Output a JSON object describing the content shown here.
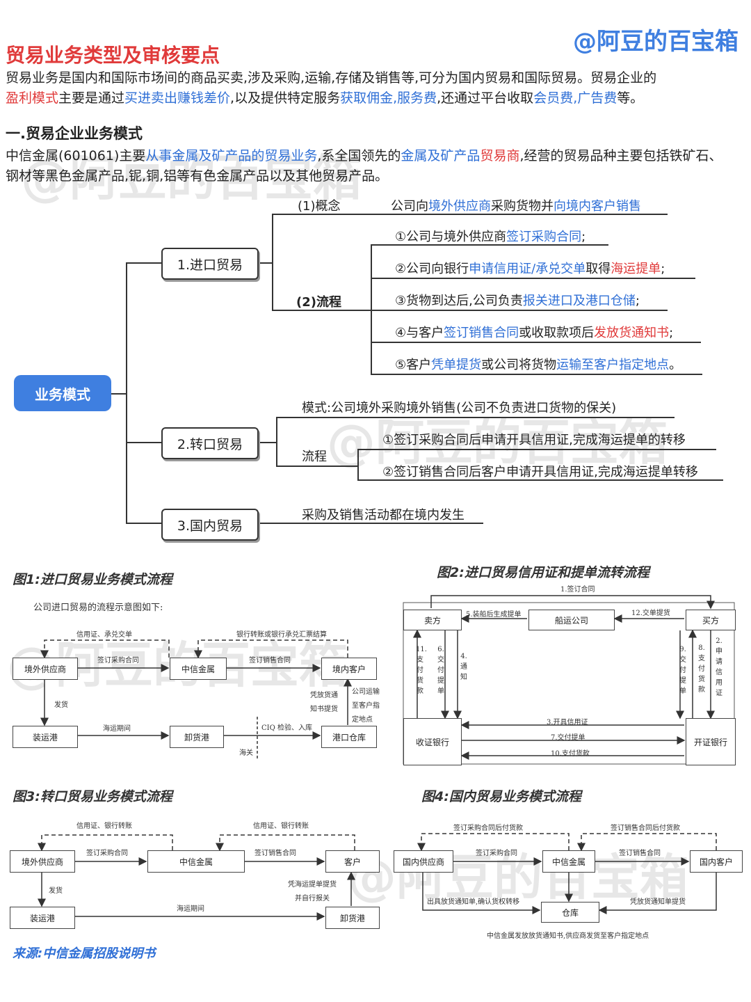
{
  "watermark": "@阿豆的百宝箱",
  "title": "贸易业务类型及审核要点",
  "intro": {
    "p1": "贸易业务是国内和国际市场间的商品买卖,涉及采购,运输,存储及销售等,可分为国内贸易和国际贸易。贸易企业的",
    "r1": "盈利模式",
    "t2": "主要是通过",
    "b1": "买进卖出赚钱差价",
    "t3": ",以及提供特定服务",
    "b2": "获取佣金,服务费",
    "t4": ",还通过平台收取",
    "b3": "会员费,广告费",
    "t5": "等。"
  },
  "section1": {
    "heading": "一.贸易企业业务模式",
    "l1a": "中信金属(601061)主要",
    "l1b": "从事金属及矿产品的贸易业务",
    "l1c": ",系全国领先的",
    "l1d": "金属及矿产品",
    "l1e": "贸易商",
    "l1f": ",经营的贸易品种主要包括铁矿石、",
    "l2": "钢材等黑色金属产品,铌,铜,铝等有色金属产品以及其他贸易产品。"
  },
  "mindmap": {
    "root": "业务模式",
    "import": {
      "label": "1.进口贸易",
      "concept_label": "(1)概念",
      "concept_a": "公司向",
      "concept_b": "境外供应商",
      "concept_c": "采购货物并",
      "concept_d": "向境内客户销售",
      "flow_label": "(2)流程",
      "s1a": "①公司与境外供应商",
      "s1b": "签订采购合同",
      "s1c": ";",
      "s2a": "②公司向银行",
      "s2b": "申请信用证/承兑交单",
      "s2c": "取得",
      "s2d": "海运提单",
      "s2e": ";",
      "s3a": "③货物到达后,公司负责",
      "s3b": "报关进口及港口仓储",
      "s3c": ";",
      "s4a": "④与客户",
      "s4b": "签订销售合同",
      "s4c": "或收取款项后",
      "s4d": "发放货通知书",
      "s4e": ";",
      "s5a": "⑤客户",
      "s5b": "凭单提货",
      "s5c": "或公司将货物",
      "s5d": "运输至客户指定地点",
      "s5e": "。"
    },
    "transit": {
      "label": "2.转口贸易",
      "mode": "模式:公司境外采购境外销售(公司不负责进口货物的保关)",
      "flow_label": "流程",
      "s1": "①签订采购合同后申请开具信用证,完成海运提单的转移",
      "s2": "②签订销售合同后客户申请开具信用证,完成海运提单转移"
    },
    "domestic": {
      "label": "3.国内贸易",
      "desc": "采购及销售活动都在境内发生"
    }
  },
  "fig1": {
    "title": "图1:进口贸易业务模式流程",
    "subtitle": "公司进口贸易的流程示意图如下:",
    "nodes": [
      "境外供应商",
      "中信金属",
      "境内客户",
      "装运港",
      "卸货港",
      "港口仓库"
    ],
    "labels": {
      "lc": "信用证、承兑交单",
      "bank": "银行转账或银行承兑汇票结算",
      "buy": "签订采购合同",
      "sell": "签订销售合同",
      "ship": "发货",
      "sea": "海运期间",
      "ciq": "CIQ 检验、入库",
      "customs": "海关",
      "notice1": "凭放货通",
      "notice2": "知书提货",
      "deliver1": "公司运输",
      "deliver2": "至客户指",
      "deliver3": "定地点"
    }
  },
  "fig2": {
    "title": "图2:进口贸易信用证和提单流转流程",
    "nodes": [
      "卖方",
      "船运公司",
      "买方",
      "收证银行",
      "开证银行"
    ],
    "labels": {
      "l1": "1.签订合同",
      "l5": "5.装船后生成提单",
      "l12": "12.交单提货",
      "l3": "3.开具信用证",
      "l7": "7.交付提单",
      "l10": "10.支付货款",
      "v11": "11.支付货款",
      "v6": "6.交付提单",
      "v4": "4.通知",
      "v9": "9.交付提单",
      "v8": "8.支付货款",
      "v2": "2.申请信用证"
    }
  },
  "fig3": {
    "title": "图3:转口贸易业务模式流程",
    "nodes": [
      "境外供应商",
      "中信金属",
      "客户",
      "装运港",
      "卸货港"
    ],
    "labels": {
      "lc1": "信用证、银行转账",
      "lc2": "信用证、银行转账",
      "buy": "签订采购合同",
      "sell": "签订销售合同",
      "ship": "发货",
      "sea": "海运期间",
      "bill1": "凭海运提单提货",
      "bill2": "并自行报关"
    }
  },
  "fig4": {
    "title": "图4:国内贸易业务模式流程",
    "nodes": [
      "国内供应商",
      "中信金属",
      "国内客户",
      "仓库"
    ],
    "labels": {
      "pay1": "签订采购合同后付货款",
      "pay2": "签订销售合同后付货款",
      "buy": "签订采购合同",
      "sell": "签订销售合同",
      "out": "出具放货通知单,确认货权转移",
      "pick": "凭放货通知单提货",
      "note": "中信金属发放放货通知书,供应商发货至客户指定地点"
    }
  },
  "source": "来源:中信金属招股说明书"
}
